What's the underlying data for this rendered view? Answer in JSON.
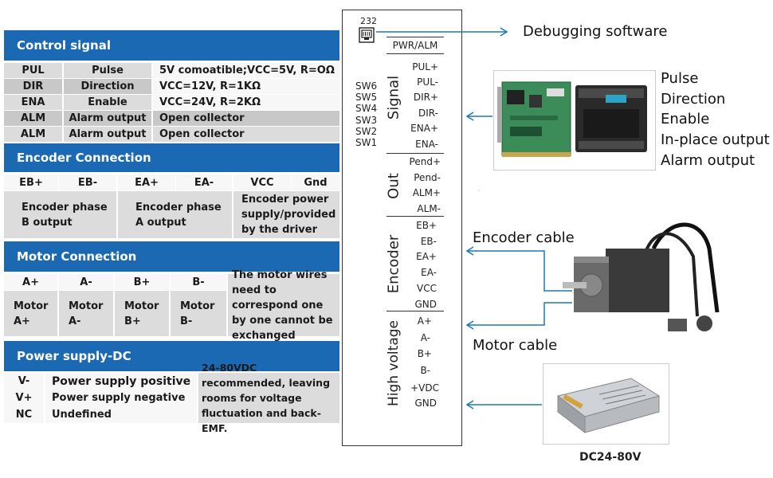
{
  "control": {
    "title": "Control signal",
    "rows": [
      {
        "pin": "PUL",
        "name": "Pulse",
        "desc": "5V comoatible;VCC=5V, R=OΩ"
      },
      {
        "pin": "DIR",
        "name": "Direction",
        "desc": "VCC=12V, R=1KΩ"
      },
      {
        "pin": "ENA",
        "name": "Enable",
        "desc": "VCC=24V, R=2KΩ"
      },
      {
        "pin": "ALM",
        "name": "Alarm output",
        "desc": "Open collector"
      },
      {
        "pin": "ALM",
        "name": "Alarm output",
        "desc": "Open collector"
      }
    ]
  },
  "encoder": {
    "title": "Encoder Connection",
    "pins": [
      "EB+",
      "EB-",
      "EA+",
      "EA-",
      "VCC",
      "Gnd"
    ],
    "desc_b": "Encoder phase B output",
    "desc_a": "Encoder phase A output",
    "desc_power": "Encoder power supply/provided by the driver"
  },
  "motor": {
    "title": "Motor Connection",
    "pins": [
      "A+",
      "A-",
      "B+",
      "B-"
    ],
    "labels": [
      "Motor A+",
      "Motor A-",
      "Motor B+",
      "Motor B-"
    ],
    "note": "The motor wires need to correspond one by one cannot be exchanged"
  },
  "power": {
    "title": "Power supply-DC",
    "rows": [
      {
        "pin": "V-",
        "name": "Power supply positive"
      },
      {
        "pin": "V+",
        "name": "Power supply negative"
      },
      {
        "pin": "NC",
        "name": "Undefined"
      }
    ],
    "note": "24-80VDC recommended, leaving rooms for voltage fluctuation and back-EMF."
  },
  "driver": {
    "port": "232",
    "pwr_alm": "PWR/ALM",
    "switches": [
      "SW6",
      "SW5",
      "SW4",
      "SW3",
      "SW2",
      "SW1"
    ],
    "groups": {
      "signal": {
        "name": "Signal",
        "pins": [
          "PUL+",
          "PUL-",
          "DIR+",
          "DIR-",
          "ENA+",
          "ENA-"
        ]
      },
      "out": {
        "name": "Out",
        "pins": [
          "Pend+",
          "Pend-",
          "ALM+",
          "ALM-"
        ]
      },
      "encoder": {
        "name": "Encoder",
        "pins": [
          "EB+",
          "EB-",
          "EA+",
          "EA-",
          "VCC",
          "GND"
        ]
      },
      "hv": {
        "name": "High voltage",
        "pins": [
          "A+",
          "A-",
          "B+",
          "B-",
          "+VDC",
          "GND"
        ]
      }
    }
  },
  "callouts": {
    "debug": "Debugging software",
    "controller": [
      "Pulse",
      "Direction",
      "Enable",
      "In-place output",
      "Alarm output"
    ],
    "encoder_cable": "Encoder cable",
    "motor_cable": "Motor cable",
    "psu": "DC24-80V"
  },
  "colors": {
    "header": "#1b68b3",
    "arrow": "#1f77b4",
    "grey_light": "#dcdcdc",
    "grey_dark": "#c8c8c8"
  }
}
